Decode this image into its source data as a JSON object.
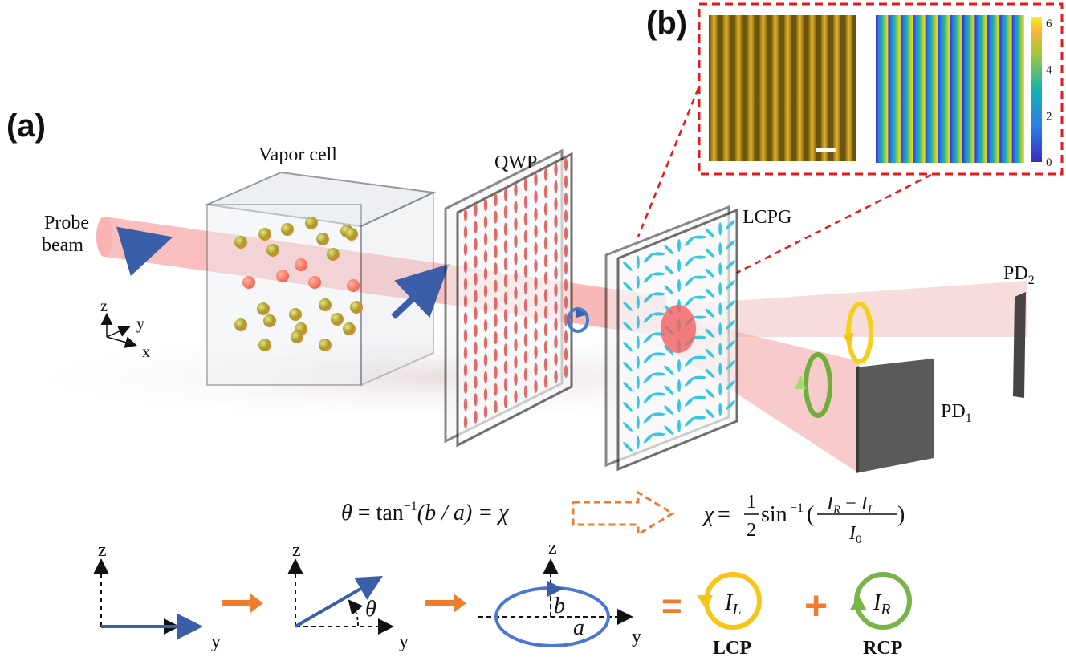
{
  "panels": {
    "a_label": "(a)",
    "b_label": "(b)"
  },
  "setup": {
    "probe_beam_line1": "Probe",
    "probe_beam_line2": "beam",
    "vapor_cell": "Vapor cell",
    "qwp": "QWP",
    "lcpg": "LCPG",
    "pd1": "PD",
    "pd1_sub": "1",
    "pd2": "PD",
    "pd2_sub": "2",
    "coord_axes": {
      "z": "z",
      "y": "y",
      "x": "x"
    }
  },
  "inset": {
    "colorbar_ticks": [
      "0",
      "2",
      "4",
      "6"
    ],
    "colorbar_range": [
      0,
      6.28
    ],
    "phase_stripe_count": 12,
    "colors": {
      "frame": "#e8191c",
      "micrograph": "#c99a1a"
    }
  },
  "equations": {
    "eq1": {
      "theta": "θ",
      "eq": " = tan",
      "sup": "−1",
      "arg": "(b / a) = ",
      "chi": "χ"
    },
    "eq2": {
      "chi": "χ",
      "eq": " = ",
      "num": "1",
      "den": "2",
      "fn": "sin",
      "sup": "−1",
      "open": "(",
      "close": ")",
      "frac_num_a": "I",
      "frac_num_a_sub": "R",
      "minus": " − ",
      "frac_num_b": "I",
      "frac_num_b_sub": "L",
      "frac_den": "I",
      "frac_den_sub": "0"
    }
  },
  "polarization_sequence": {
    "step1": {
      "z": "z",
      "y": "y"
    },
    "step2": {
      "z": "z",
      "y": "y",
      "angle": "θ"
    },
    "step3": {
      "z": "z",
      "y": "y",
      "minor": "b",
      "major": "a"
    },
    "equals": "=",
    "plus": "+",
    "lcp": {
      "symbol": "I",
      "sub": "L",
      "label": "LCP"
    },
    "rcp": {
      "symbol": "I",
      "sub": "R",
      "label": "RCP"
    }
  },
  "colors": {
    "beam": "#f7a6a6",
    "arrow_blue": "#3a5fa8",
    "orange": "#ef7d2e",
    "lcp_yellow": "#f5c518",
    "rcp_green": "#78b548",
    "lc_cyan": "#39c6e0",
    "qwp_red": "#e06a6a",
    "detector": "#555555"
  }
}
